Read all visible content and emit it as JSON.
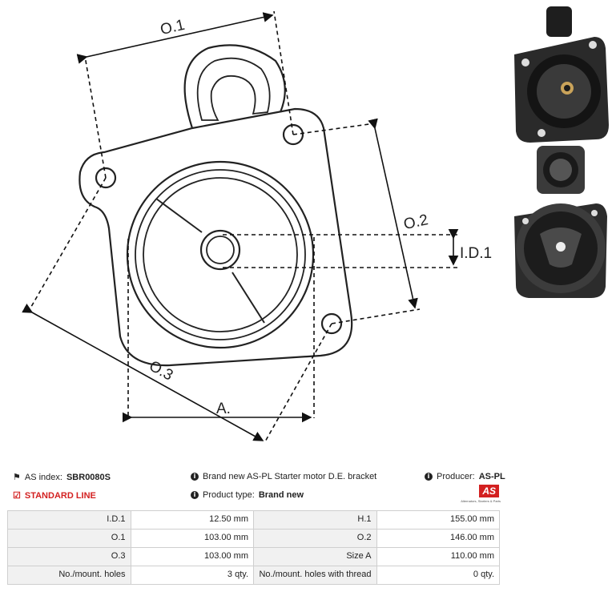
{
  "diagram": {
    "labels": {
      "o1": "O.1",
      "o2": "O.2",
      "o3": "O.3",
      "id1": "I.D.1",
      "a": "A."
    }
  },
  "info": {
    "as_index_label": "AS index:",
    "as_index_value": "SBR0080S",
    "description": "Brand new AS-PL Starter motor D.E. bracket",
    "producer_label": "Producer:",
    "producer_value": "AS-PL",
    "standard_line": "STANDARD LINE",
    "product_type_label": "Product type:",
    "product_type_value": "Brand new",
    "logo_text": "AS",
    "logo_tagline": "Alternators, Starters & Parts"
  },
  "specs": [
    {
      "l1": "I.D.1",
      "v1": "12.50 mm",
      "l2": "H.1",
      "v2": "155.00 mm"
    },
    {
      "l1": "O.1",
      "v1": "103.00 mm",
      "l2": "O.2",
      "v2": "146.00 mm"
    },
    {
      "l1": "O.3",
      "v1": "103.00 mm",
      "l2": "Size A",
      "v2": "110.00 mm"
    },
    {
      "l1": "No./mount. holes",
      "v1": "3 qty.",
      "l2": "No./mount. holes with thread",
      "v2": "0 qty."
    }
  ],
  "colors": {
    "accent": "#d32020",
    "dark": "#222222"
  }
}
